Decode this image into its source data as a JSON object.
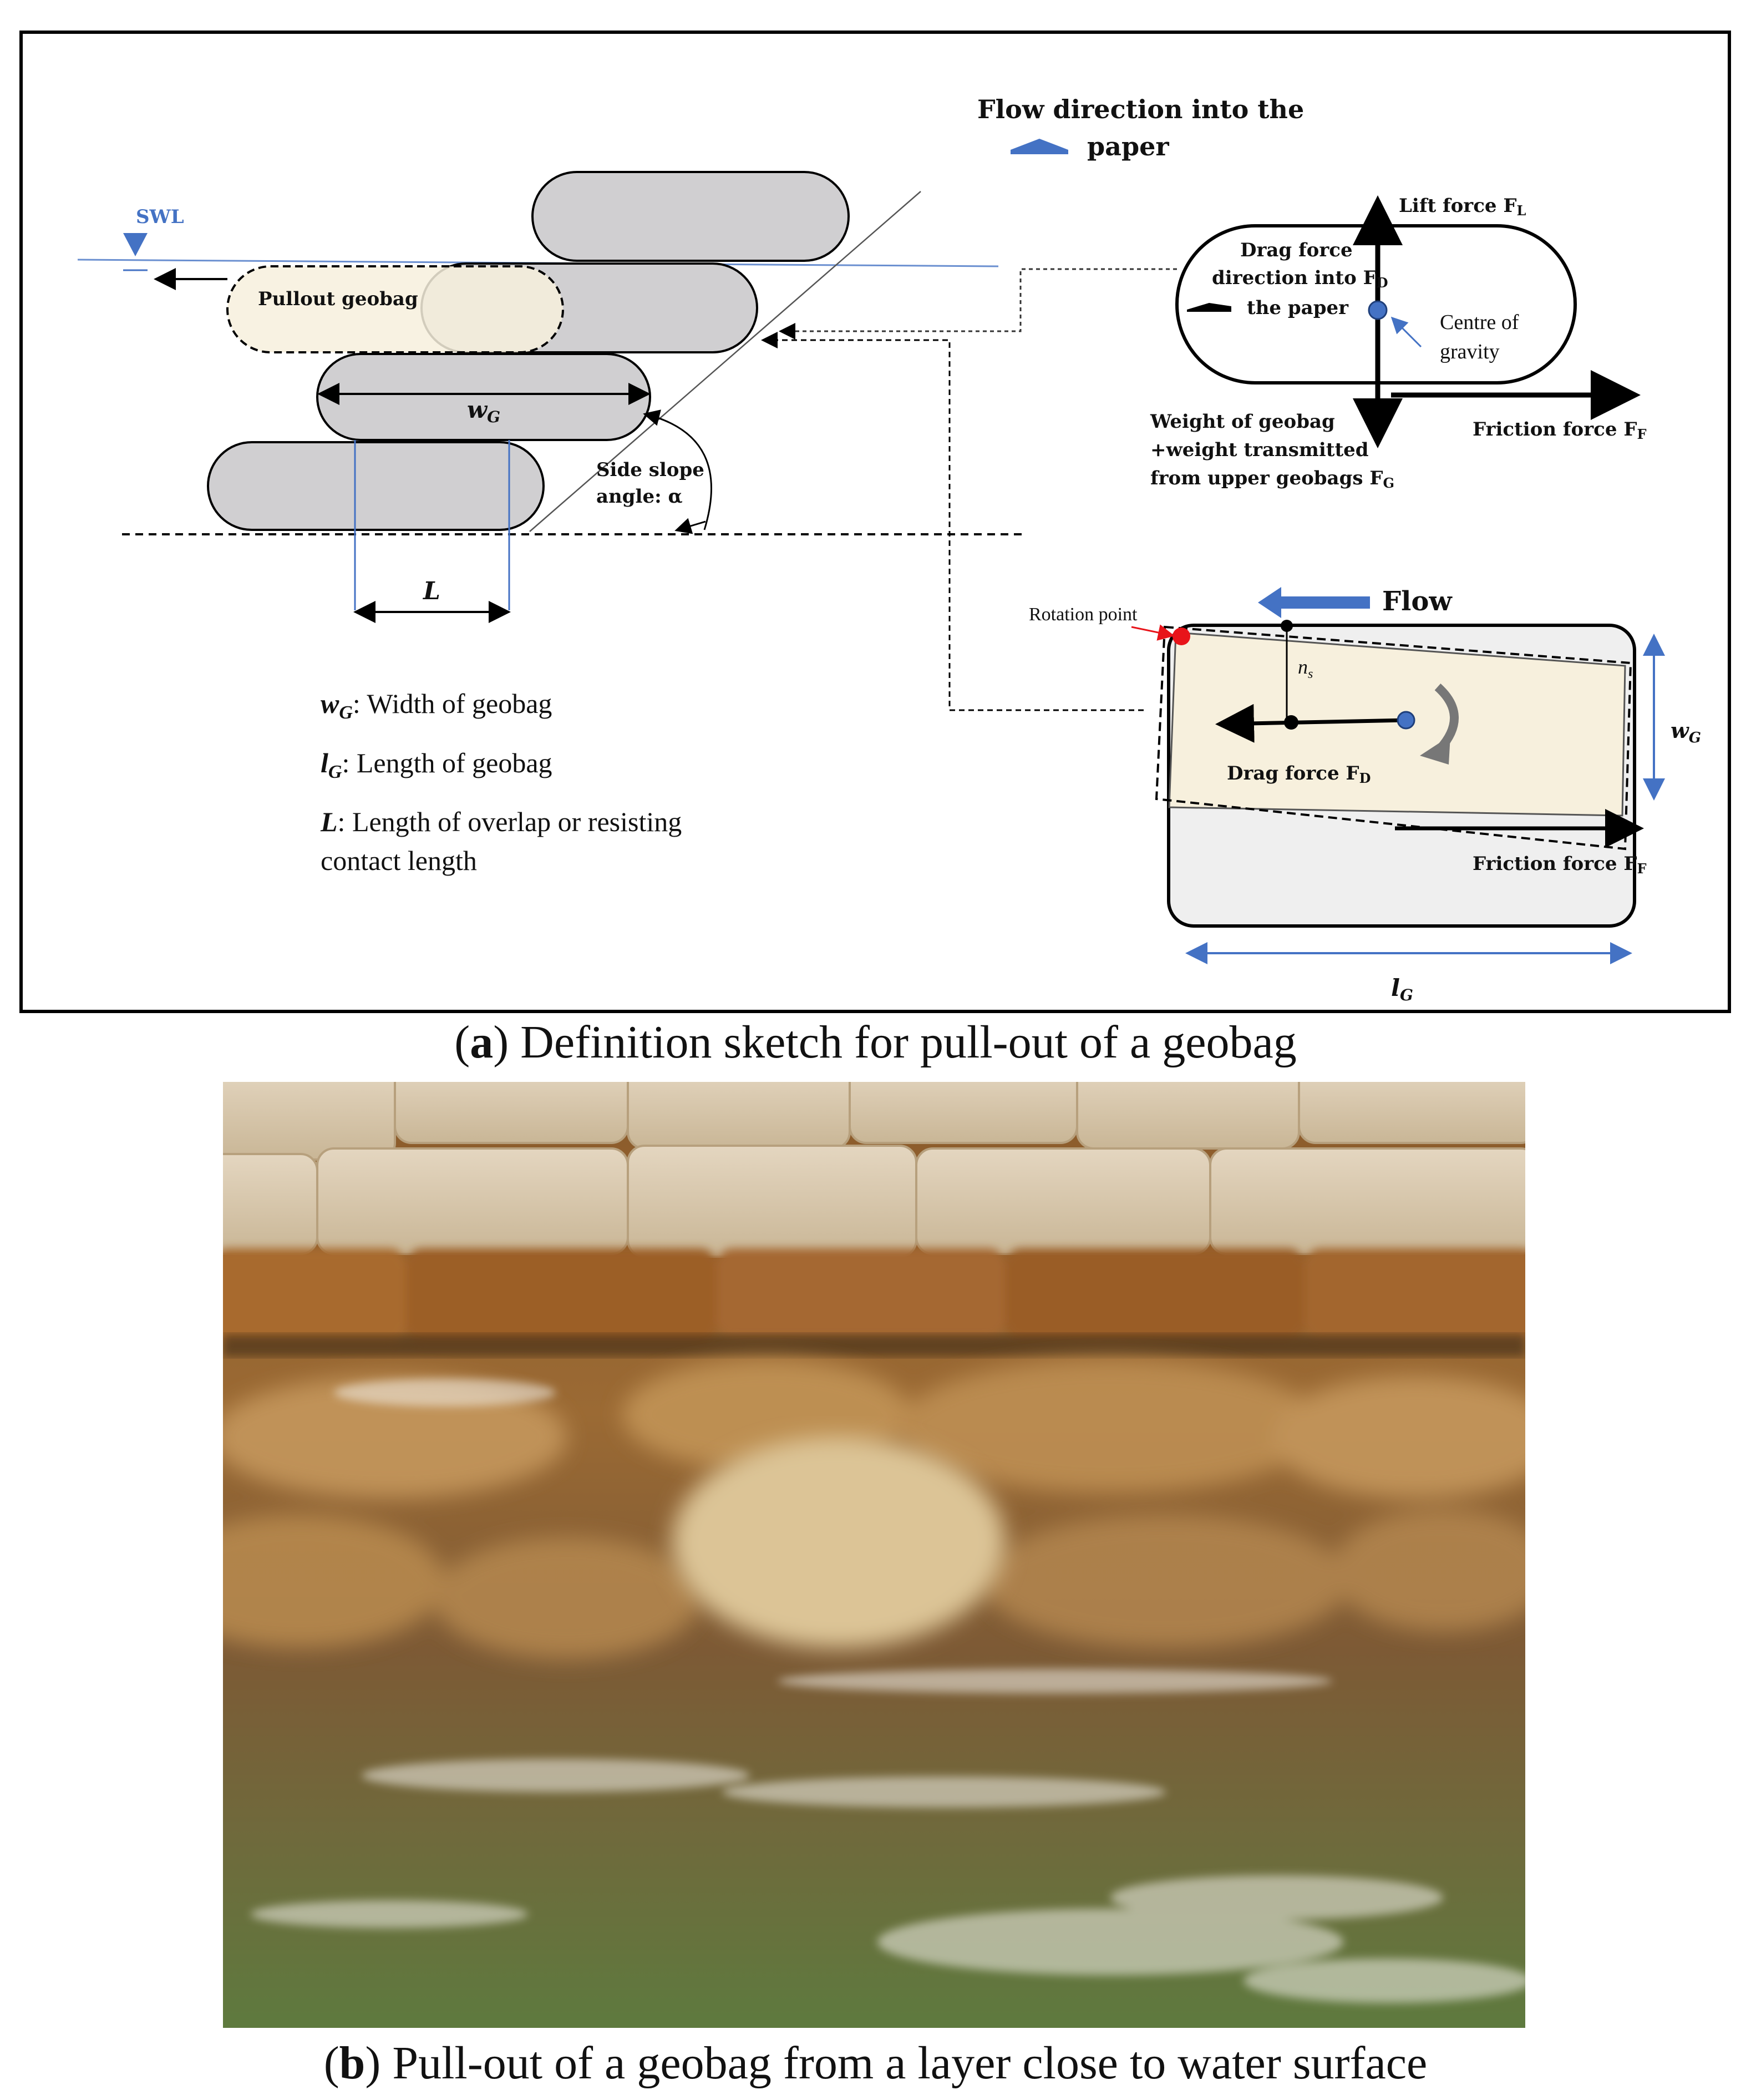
{
  "sketch": {
    "flow_direction_title_line1": "Flow direction into the",
    "flow_direction_title_line2": "paper",
    "swl_label": "SWL",
    "pullout_geobag_label": "Pullout geobag",
    "wg_label": "w",
    "wg_sub": "G",
    "L_label": "L",
    "side_slope_label_line1": "Side slope",
    "side_slope_label_line2": "angle: α",
    "legend": {
      "wg_sym": "w",
      "wg_sub": "G",
      "wg_text": ": Width of geobag",
      "lg_sym": "l",
      "lg_sub": "G",
      "lg_text": ": Length of geobag",
      "L_sym": "L",
      "L_text_line1": ": Length of overlap or resisting",
      "L_text_line2": "contact length"
    },
    "cross_section": {
      "lift_force": "Lift force F",
      "lift_sub": "L",
      "drag_line1": "Drag force",
      "drag_line2": "direction into F",
      "drag_sub": "D",
      "drag_line3": "the paper",
      "centre_line1": "Centre of",
      "centre_line2": "gravity",
      "weight_line1": "Weight of geobag",
      "weight_line2": "+weight transmitted",
      "weight_line3": "from upper geobags F",
      "weight_sub": "G",
      "friction": "Friction force F",
      "friction_sub": "F"
    },
    "plan_view": {
      "rotation_point": "Rotation point",
      "flow": "Flow",
      "ns_sym": "n",
      "ns_sub": "s",
      "drag": "Drag force F",
      "drag_sub": "D",
      "friction": "Friction force F",
      "friction_sub": "F",
      "wg_sym": "w",
      "wg_sub": "G",
      "lg_sym": "l",
      "lg_sub": "G"
    }
  },
  "captions": {
    "a_letter": "a",
    "a_text": "Definition sketch for pull-out of a geobag",
    "b_letter": "b",
    "b_text": "Pull-out of a geobag from a layer close to water surface"
  },
  "colors": {
    "geobag_gray": "#d0cfd1",
    "pullout_fill": "#f7f0dd",
    "blue_accent": "#4472c4",
    "red_point": "#e8141a"
  }
}
